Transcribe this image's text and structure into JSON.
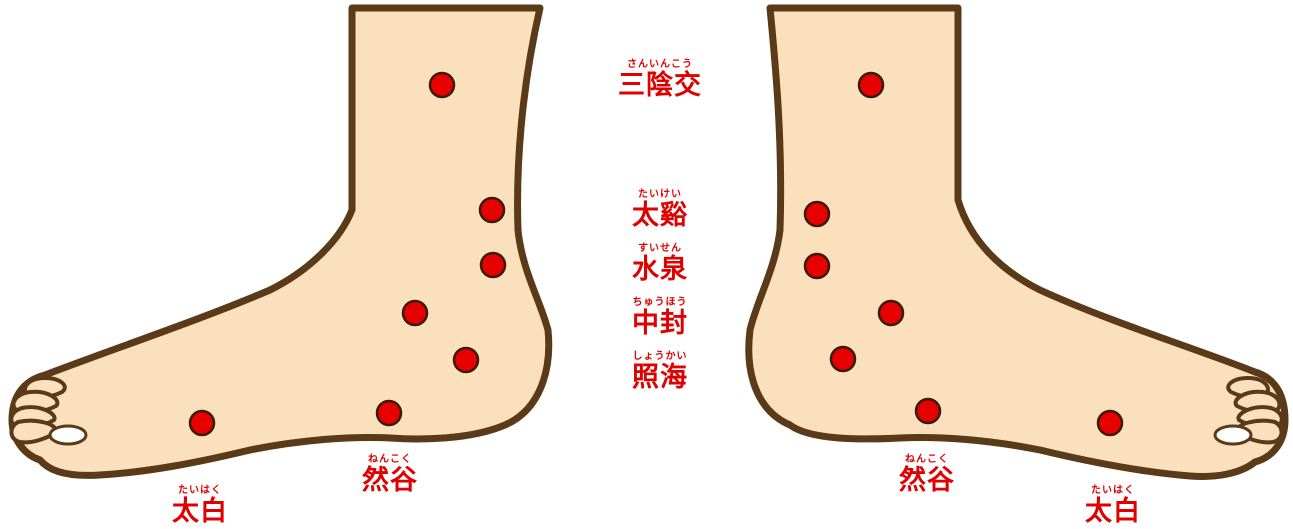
{
  "colors": {
    "skin": "#fbe0bd",
    "outline": "#5a3a18",
    "point": "#e60000",
    "label": "#e00000",
    "nail": "#ffffff"
  },
  "labels": {
    "sanninkou": {
      "ruby": "さんいんこう",
      "kanji": "三陰交"
    },
    "taikei": {
      "ruby": "たいけい",
      "kanji": "太谿"
    },
    "suisen": {
      "ruby": "すいせん",
      "kanji": "水泉"
    },
    "chuuhou": {
      "ruby": "ちゅうほう",
      "kanji": "中封"
    },
    "shoukai": {
      "ruby": "しょうかい",
      "kanji": "照海"
    },
    "nenkoku_left": {
      "ruby": "ねんこく",
      "kanji": "然谷"
    },
    "taihaku_left": {
      "ruby": "たいはく",
      "kanji": "太白"
    },
    "nenkoku_right": {
      "ruby": "ねんこく",
      "kanji": "然谷"
    },
    "taihaku_right": {
      "ruby": "たいはく",
      "kanji": "太白"
    }
  }
}
